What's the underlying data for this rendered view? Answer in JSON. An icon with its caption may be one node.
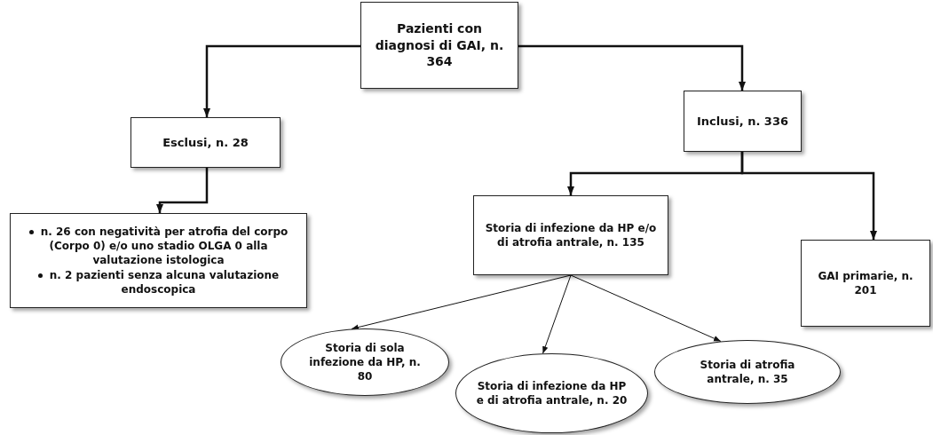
{
  "diagram": {
    "nodes": [
      {
        "text": [
          "Pazienti con diagnosi di GAI, n. 364"
        ]
      },
      {
        "text": [
          "Esclusi, n. 28"
        ]
      },
      {
        "text": [
          "Inclusi, n. 336"
        ]
      },
      {
        "text": [
          "n. 26 con negatività per atrofia del corpo (Corpo 0) e/o uno stadio OLGA 0 alla valutazione istologica",
          "n. 2 pazienti senza alcuna valutazione endoscopica"
        ]
      },
      {
        "text": [
          "Storia di infezione da HP e/o di atrofia antrale, n. 135"
        ]
      },
      {
        "text": [
          "GAI primarie, n. 201"
        ]
      },
      {
        "text": [
          "Storia di sola infezione da HP, n. 80"
        ]
      },
      {
        "text": [
          "Storia di infezione da HP e di atrofia antrale, n. 20"
        ]
      },
      {
        "text": [
          "Storia di atrofia antrale, n. 35"
        ]
      }
    ],
    "edges": [
      {
        "from": 0,
        "to": 1,
        "arrow": "to"
      },
      {
        "from": 0,
        "to": 2,
        "arrow": "to"
      },
      {
        "from": 1,
        "to": 3,
        "arrow": "to"
      },
      {
        "from": 2,
        "to": 4,
        "arrow": "to"
      },
      {
        "from": 2,
        "to": 5,
        "arrow": "to"
      },
      {
        "from": 4,
        "to": 6,
        "arrow": "to"
      },
      {
        "from": 4,
        "to": 7,
        "arrow": "to"
      },
      {
        "from": 4,
        "to": 8,
        "arrow": "to"
      }
    ]
  }
}
